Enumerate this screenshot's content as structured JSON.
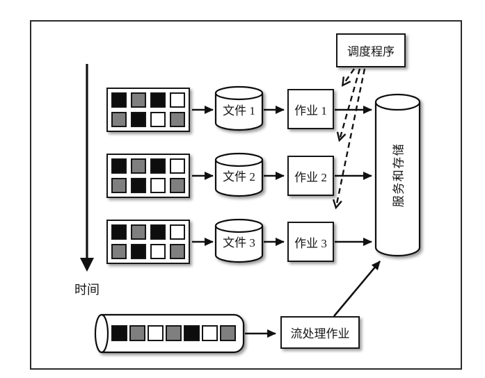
{
  "diagram": {
    "time_label": "时间",
    "scheduler_label": "调度程序",
    "rows": [
      {
        "file": "文件 1",
        "job": "作业 1"
      },
      {
        "file": "文件 2",
        "job": "作业 2"
      },
      {
        "file": "文件 3",
        "job": "作业 3"
      }
    ],
    "grid_blocks": [
      [
        "black",
        "gray",
        "black",
        "white"
      ],
      [
        "gray",
        "black",
        "white",
        "gray"
      ]
    ],
    "storage_label": "服务和存储",
    "stream_job_label": "流处理作业",
    "pipe_blocks": [
      "black",
      "gray",
      "white",
      "gray",
      "black",
      "white",
      "gray"
    ],
    "colors": {
      "black": "#0d0d0d",
      "gray": "#7f7f7f",
      "white": "#ffffff",
      "line": "#111111"
    }
  }
}
